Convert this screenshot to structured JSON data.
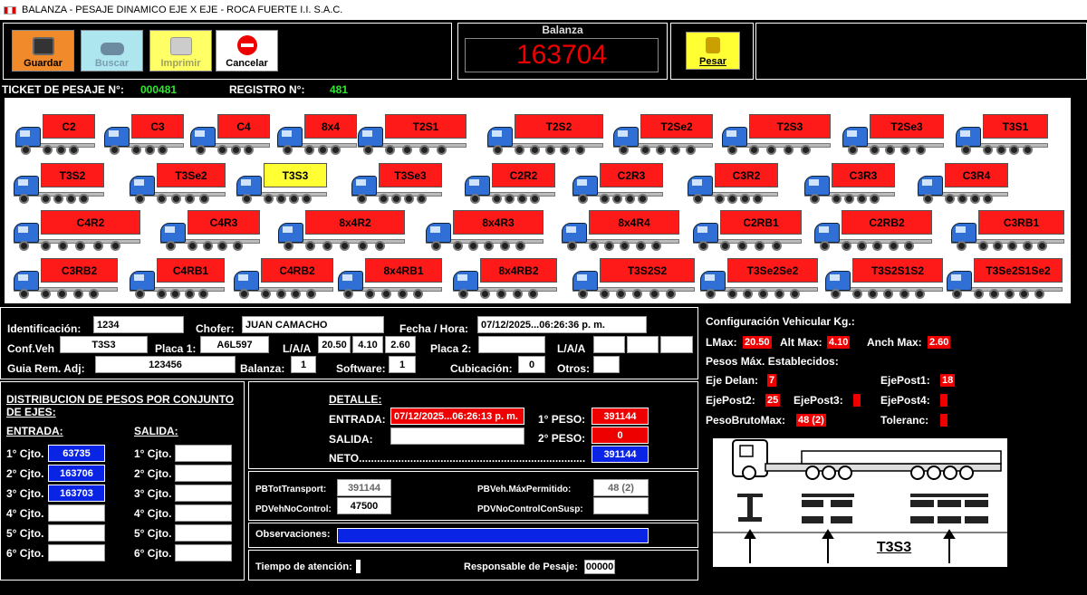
{
  "window": {
    "title": "BALANZA - PESAJE DINAMICO EJE X EJE - ROCA FUERTE I.I. S.A.C."
  },
  "toolbar": {
    "guardar": "Guardar",
    "buscar": "Buscar",
    "imprimir": "Imprimir",
    "cancelar": "Cancelar",
    "pesar": "Pesar"
  },
  "balanza": {
    "title": "Balanza",
    "value": "163704"
  },
  "ticket": {
    "label": "TICKET DE PESAJE N°:",
    "value": "000481",
    "reg_label": "REGISTRO N°:",
    "reg_value": "481"
  },
  "vehicles": [
    [
      "C2",
      "C3",
      "C4",
      "8x4",
      "T2S1",
      "T2S2",
      "T2Se2",
      "T2S3",
      "T2Se3",
      "T3S1"
    ],
    [
      "T3S2",
      "T3Se2",
      "T3S3",
      "T3Se3",
      "C2R2",
      "C2R3",
      "C3R2",
      "C3R3",
      "C3R4"
    ],
    [
      "C4R2",
      "C4R3",
      "8x4R2",
      "8x4R3",
      "8x4R4",
      "C2RB1",
      "C2RB2",
      "C3RB1"
    ],
    [
      "C3RB2",
      "C4RB1",
      "C4RB2",
      "8x4RB1",
      "8x4RB2",
      "T3S2S2",
      "T3Se2Se2",
      "T3S2S1S2",
      "T3Se2S1Se2"
    ]
  ],
  "colors": {
    "selected": "#ffff33",
    "default": "#ff1a1a"
  },
  "form": {
    "identificacion_label": "Identificación:",
    "identificacion": "1234",
    "chofer_label": "Chofer:",
    "chofer": "JUAN CAMACHO",
    "fecha_label": "Fecha / Hora:",
    "fecha": "07/12/2025...06:26:36 p. m.",
    "confveh_label": "Conf.Veh",
    "confveh": "T3S3",
    "placa1_label": "Placa 1:",
    "placa1": "A6L597",
    "laa_label": "L/A/A",
    "l": "20.50",
    "a": "4.10",
    "aa": "2.60",
    "placa2_label": "Placa 2:",
    "laa2_label": "L/A/A",
    "guia_label": "Guia Rem. Adj:",
    "guia": "123456",
    "balanza_label": "Balanza:",
    "balanza": "1",
    "software_label": "Software:",
    "software": "1",
    "cubicacion_label": "Cubicación:",
    "cubicacion": "0",
    "otros_label": "Otros:"
  },
  "config": {
    "title": "Configuración Vehicular Kg.:",
    "lmax_label": "LMax:",
    "lmax": "20.50",
    "altmax_label": "Alt Max:",
    "altmax": "4.10",
    "anchmax_label": "Anch Max:",
    "anchmax": "2.60",
    "pesos_label": "Pesos Máx. Establecidos:",
    "ejedelan_label": "Eje Delan:",
    "ejedelan": "7",
    "ejepost1_label": "EjePost1:",
    "ejepost1": "18",
    "ejepost2_label": "EjePost2:",
    "ejepost2": "25",
    "ejepost3_label": "EjePost3:",
    "ejepost4_label": "EjePost4:",
    "pesobruto_label": "PesoBrutoMax:",
    "pesobruto": "48 (2)",
    "toleranc_label": "Toleranc:",
    "diagram_label": "T3S3"
  },
  "distribucion": {
    "title": "DISTRIBUCION DE PESOS POR CONJUNTO DE EJES:",
    "entrada_label": "ENTRADA:",
    "salida_label": "SALIDA:",
    "rows": [
      {
        "e_label": "1° Cjto.",
        "e_val": "63735",
        "s_label": "1° Cjto."
      },
      {
        "e_label": "2° Cjto.",
        "e_val": "163706",
        "s_label": "2° Cjto."
      },
      {
        "e_label": "3° Cjto.",
        "e_val": "163703",
        "s_label": "3° Cjto."
      },
      {
        "e_label": "4° Cjto.",
        "e_val": "",
        "s_label": "4° Cjto."
      },
      {
        "e_label": "5° Cjto.",
        "e_val": "",
        "s_label": "5° Cjto."
      },
      {
        "e_label": "6° Cjto.",
        "e_val": "",
        "s_label": "6° Cjto."
      }
    ]
  },
  "detalle": {
    "title": "DETALLE:",
    "entrada_label": "ENTRADA:",
    "entrada": "07/12/2025...06:26:13 p. m.",
    "salida_label": "SALIDA:",
    "salida": "",
    "neto_label": "NETO.........................................................................................:",
    "peso1_label": "1° PESO:",
    "peso1": "391144",
    "peso2_label": "2° PESO:",
    "peso2": "0",
    "neto": "391144"
  },
  "pb": {
    "pbtot_label": "PBTotTransport:",
    "pbtot": "391144",
    "pdveh_label": "PDVehNoControl:",
    "pdveh": "47500",
    "pbmax_label": "PBVeh.MáxPermitido:",
    "pbmax": "48 (2)",
    "pdsusp_label": "PDVNoControlConSusp:"
  },
  "obs": {
    "label": "Observaciones:"
  },
  "footer": {
    "tiempo_label": "Tiempo de atención:",
    "resp_label": "Responsable de Pesaje:",
    "resp": "00000"
  }
}
